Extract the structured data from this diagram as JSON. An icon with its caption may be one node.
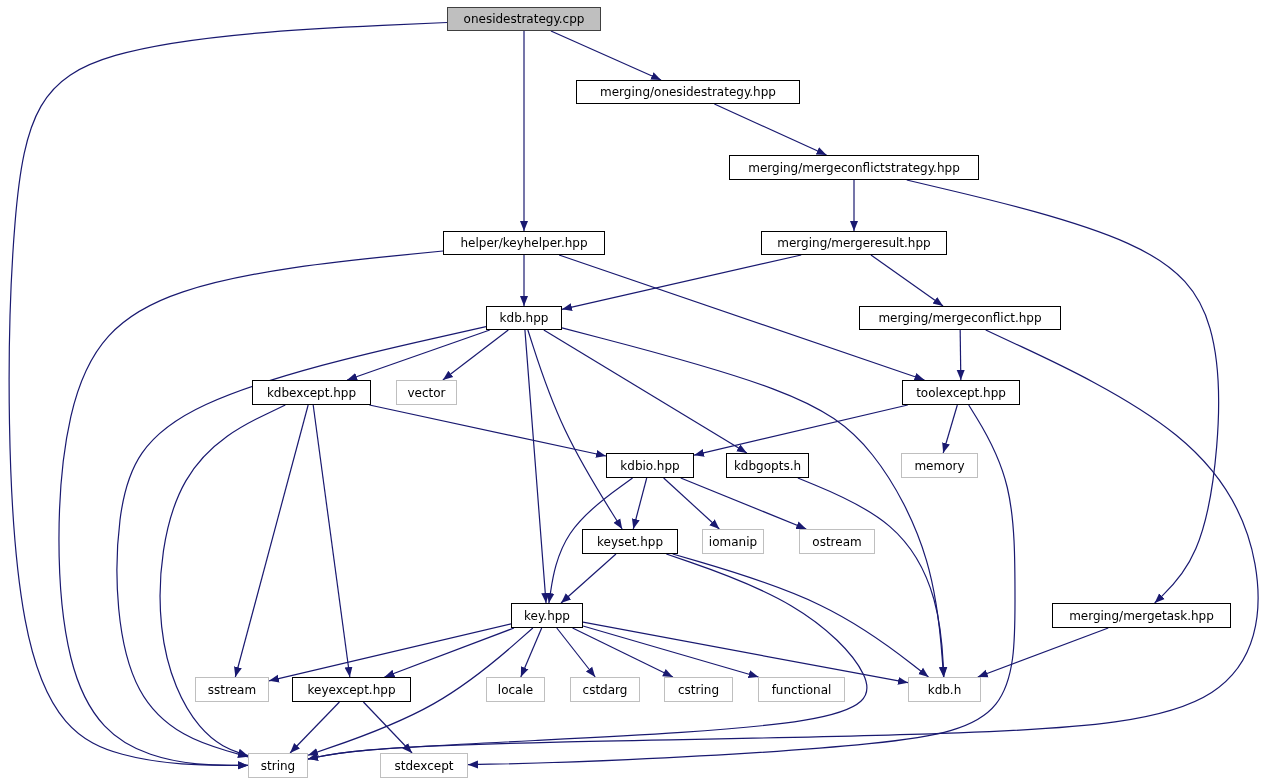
{
  "diagram": {
    "nodes": [
      {
        "text": [
          "onesidestrategy.cpp"
        ]
      },
      {
        "text": [
          "merging/onesidestrategy.hpp"
        ]
      },
      {
        "text": [
          "merging/mergeconflictstrategy.hpp"
        ]
      },
      {
        "text": [
          "helper/keyhelper.hpp"
        ]
      },
      {
        "text": [
          "merging/mergeresult.hpp"
        ]
      },
      {
        "text": [
          "kdb.hpp"
        ]
      },
      {
        "text": [
          "merging/mergeconflict.hpp"
        ]
      },
      {
        "text": [
          "kdbexcept.hpp"
        ]
      },
      {
        "text": [
          "vector"
        ]
      },
      {
        "text": [
          "toolexcept.hpp"
        ]
      },
      {
        "text": [
          "kdbio.hpp"
        ]
      },
      {
        "text": [
          "kdbgopts.h"
        ]
      },
      {
        "text": [
          "memory"
        ]
      },
      {
        "text": [
          "keyset.hpp"
        ]
      },
      {
        "text": [
          "iomanip"
        ]
      },
      {
        "text": [
          "ostream"
        ]
      },
      {
        "text": [
          "key.hpp"
        ]
      },
      {
        "text": [
          "merging/mergetask.hpp"
        ]
      },
      {
        "text": [
          "sstream"
        ]
      },
      {
        "text": [
          "keyexcept.hpp"
        ]
      },
      {
        "text": [
          "locale"
        ]
      },
      {
        "text": [
          "cstdarg"
        ]
      },
      {
        "text": [
          "cstring"
        ]
      },
      {
        "text": [
          "functional"
        ]
      },
      {
        "text": [
          "kdb.h"
        ]
      },
      {
        "text": [
          "string"
        ]
      },
      {
        "text": [
          "stdexcept"
        ]
      }
    ],
    "edges": [
      {
        "from": 0,
        "to": 25,
        "arrow": "to"
      },
      {
        "from": 0,
        "to": 3,
        "arrow": "to"
      },
      {
        "from": 0,
        "to": 1,
        "arrow": "to"
      },
      {
        "from": 1,
        "to": 2,
        "arrow": "to"
      },
      {
        "from": 2,
        "to": 4,
        "arrow": "to"
      },
      {
        "from": 2,
        "to": 17,
        "arrow": "to"
      },
      {
        "from": 3,
        "to": 25,
        "arrow": "to"
      },
      {
        "from": 3,
        "to": 5,
        "arrow": "to"
      },
      {
        "from": 3,
        "to": 9,
        "arrow": "to"
      },
      {
        "from": 4,
        "to": 5,
        "arrow": "to"
      },
      {
        "from": 4,
        "to": 6,
        "arrow": "to"
      },
      {
        "from": 5,
        "to": 25,
        "arrow": "to"
      },
      {
        "from": 5,
        "to": 7,
        "arrow": "to"
      },
      {
        "from": 5,
        "to": 8,
        "arrow": "to"
      },
      {
        "from": 5,
        "to": 16,
        "arrow": "to"
      },
      {
        "from": 5,
        "to": 13,
        "arrow": "to"
      },
      {
        "from": 5,
        "to": 11,
        "arrow": "to"
      },
      {
        "from": 5,
        "to": 24,
        "arrow": "to"
      },
      {
        "from": 6,
        "to": 9,
        "arrow": "to"
      },
      {
        "from": 6,
        "to": 25,
        "arrow": "to"
      },
      {
        "from": 7,
        "to": 18,
        "arrow": "to"
      },
      {
        "from": 7,
        "to": 19,
        "arrow": "to"
      },
      {
        "from": 7,
        "to": 25,
        "arrow": "to"
      },
      {
        "from": 7,
        "to": 10,
        "arrow": "to"
      },
      {
        "from": 9,
        "to": 10,
        "arrow": "to"
      },
      {
        "from": 9,
        "to": 12,
        "arrow": "to"
      },
      {
        "from": 9,
        "to": 26,
        "arrow": "to"
      },
      {
        "from": 10,
        "to": 16,
        "arrow": "to"
      },
      {
        "from": 10,
        "to": 13,
        "arrow": "to"
      },
      {
        "from": 10,
        "to": 14,
        "arrow": "to"
      },
      {
        "from": 10,
        "to": 15,
        "arrow": "to"
      },
      {
        "from": 11,
        "to": 24,
        "arrow": "to"
      },
      {
        "from": 13,
        "to": 16,
        "arrow": "to"
      },
      {
        "from": 13,
        "to": 24,
        "arrow": "to"
      },
      {
        "from": 13,
        "to": 25,
        "arrow": "to"
      },
      {
        "from": 16,
        "to": 18,
        "arrow": "to"
      },
      {
        "from": 16,
        "to": 19,
        "arrow": "to"
      },
      {
        "from": 16,
        "to": 25,
        "arrow": "to"
      },
      {
        "from": 16,
        "to": 20,
        "arrow": "to"
      },
      {
        "from": 16,
        "to": 21,
        "arrow": "to"
      },
      {
        "from": 16,
        "to": 22,
        "arrow": "to"
      },
      {
        "from": 16,
        "to": 23,
        "arrow": "to"
      },
      {
        "from": 16,
        "to": 24,
        "arrow": "to"
      },
      {
        "from": 17,
        "to": 24,
        "arrow": "to"
      },
      {
        "from": 19,
        "to": 25,
        "arrow": "to"
      },
      {
        "from": 19,
        "to": 26,
        "arrow": "to"
      }
    ]
  }
}
